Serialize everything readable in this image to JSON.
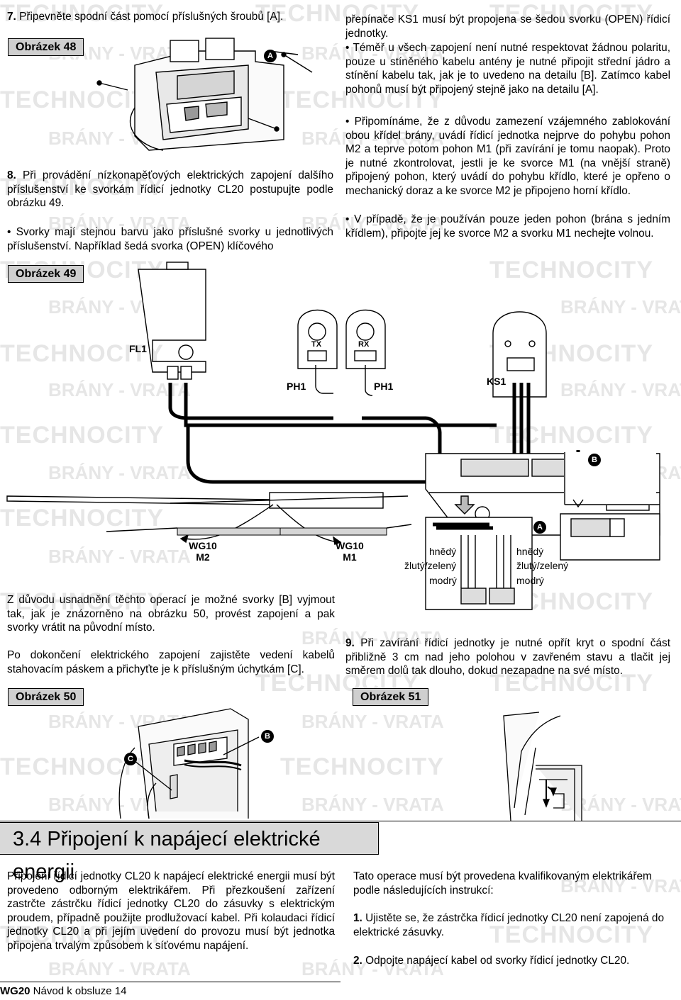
{
  "watermark": {
    "technocity": "TECHNOCITY",
    "brany_vrata": "BRÁNY - VRATA"
  },
  "left_col": {
    "step7_num": "7.",
    "step7_text": "Připevněte spodní část pomocí příslušných šroubů [A].",
    "fig48": "Obrázek 48",
    "step8_num": "8.",
    "step8_text": "Při provádění nízkonapěťových elektrických zapojení dalšího příslušenství ke svorkám řídicí jednotky CL20 postupujte podle obrázku 49.",
    "bullet_svorky": "• Svorky mají stejnou barvu jako příslušné svorky u jednotlivých příslušenství. Například šedá svorka (OPEN) klíčového",
    "fig49": "Obrázek 49"
  },
  "right_col": {
    "cont": "přepínače KS1 musí být propojena se šedou svorku (OPEN) řídicí jednotky.",
    "bullet_antena": "• Téměř u všech zapojení není nutné respektovat žádnou polaritu, pouze u stíněného kabelu antény je nutné připojit střední jádro a stínění kabelu tak, jak je to uvedeno na detailu [B]. Zatímco kabel pohonů musí být připojený stejně jako na detailu [A].",
    "bullet_pripominame": "• Připomínáme, že z důvodu zamezení vzájemného zablokování obou křídel brány, uvádí řídicí jednotka nejprve do pohybu pohon M2 a teprve potom pohon M1 (při zavírání je tomu naopak). Proto je nutné zkontrolovat, jestli je ke svorce M1 (na vnější straně) připojený pohon, který uvádí do pohybu křídlo, které je opřeno o mechanický doraz a ke svorce M2 je připojeno horní křídlo.",
    "bullet_pripade": "• V případě, že je používán pouze jeden pohon (brána s jedním křídlem), připojte jej ke svorce M2 a svorku M1 nechejte volnou."
  },
  "diagram49": {
    "fl1": "FL1",
    "ph1_left": "PH1",
    "ph1_right": "PH1",
    "tx": "TX",
    "rx": "RX",
    "ks1": "KS1",
    "label_b": "B",
    "label_a": "A",
    "wg10_m2_a": "WG10",
    "wg10_m2_b": "M2",
    "wg10_m1_a": "WG10",
    "wg10_m1_b": "M1",
    "hnedy_l": "hnědý",
    "zlutyzeleny_l": "žlutý/zelený",
    "modry_l": "modrý",
    "hnedy_r": "hnědý",
    "zlutyzeleny_r": "žlutý/zelený",
    "modry_r": "modrý"
  },
  "mid_left": {
    "p1": "Z důvodu usnadnění těchto operací je možné svorky [B] vyjmout tak, jak je znázorněno na obrázku 50, provést zapojení a pak svorky vrátit na původní místo.",
    "p2": "Po dokončení elektrického zapojení zajistěte vedení kabelů stahovacím páskem a přichyťte je k příslušným úchytkám [C].",
    "fig50": "Obrázek 50",
    "fig50_b": "B",
    "fig50_c": "C"
  },
  "mid_right": {
    "step9_num": "9.",
    "step9_text": "Při zavírání řídicí jednotky je nutné opřít kryt o spodní část přibližně 3 cm nad jeho polohou v zavřeném stavu a tlačit jej směrem dolů tak dlouho, dokud nezapadne na své místo.",
    "fig51": "Obrázek 51"
  },
  "fig48_label_a": "A",
  "section": {
    "title": "3.4 Připojení k napájecí elektrické energii",
    "left_p": "Připojení řídicí jednotky CL20 k napájecí elektrické energii musí být provedeno odborným elektrikářem. Při přezkoušení zařízení zastrčte zástrčku řídicí jednotky CL20 do zásuvky s elektrickým proudem, případně použijte prodlužovací kabel. Při kolaudaci řídicí jednotky CL20 a při jejím uvedení do provozu musí být jednotka připojena trvalým způsobem k síťovému napájení.",
    "right_intro": "Tato operace musí být provedena kvalifikovaným elektrikářem podle následujících instrukcí:",
    "step1_num": "1.",
    "step1_text": "Ujistěte se, že zástrčka řídicí jednotky CL20 není zapojená do elektrické zásuvky.",
    "step2_num": "2.",
    "step2_text": "Odpojte napájecí kabel od svorky řídicí jednotky CL20."
  },
  "footer": {
    "model": "WG20",
    "text": " Návod k obsluze 14"
  }
}
